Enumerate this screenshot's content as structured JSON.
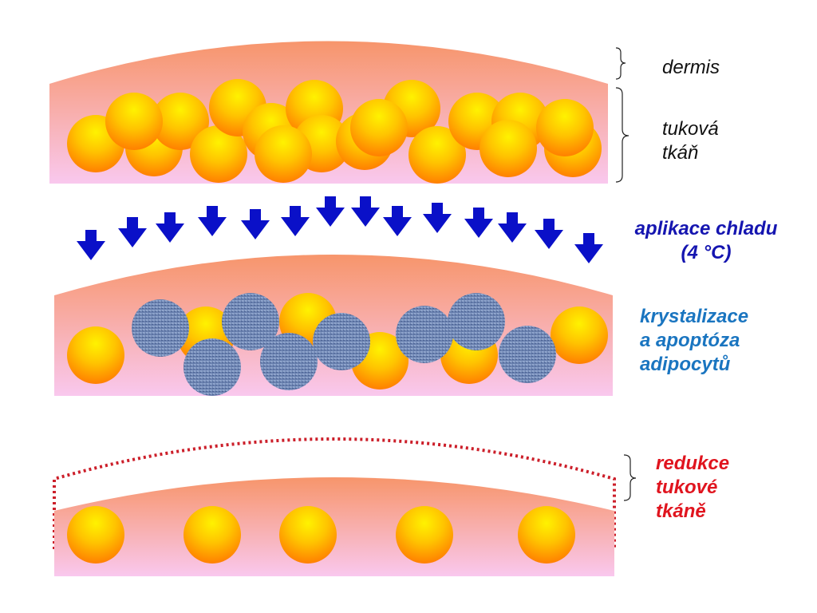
{
  "labels": {
    "dermis": "dermis",
    "fat_tissue": [
      "tuková",
      "tkáň"
    ],
    "cold_application": [
      "aplikace chladu",
      "(4 °C)"
    ],
    "crystallization": [
      "krystalizace",
      "a apoptóza",
      "adipocytů"
    ],
    "reduction": [
      "redukce",
      "tukové",
      "tkáně"
    ]
  },
  "colors": {
    "dermis_top": "#f7956b",
    "tissue_bottom": "#f9c8ee",
    "fat_cell_light": "#fff200",
    "fat_cell_dark": "#ff7a00",
    "crystal_cell": "#6f86b3",
    "arrow": "#0a10c8",
    "cold_text": "#1515b0",
    "crystal_text": "#1a75c0",
    "reduction_text": "#e0141e",
    "dotted_outline": "#cc1f2a"
  }
}
